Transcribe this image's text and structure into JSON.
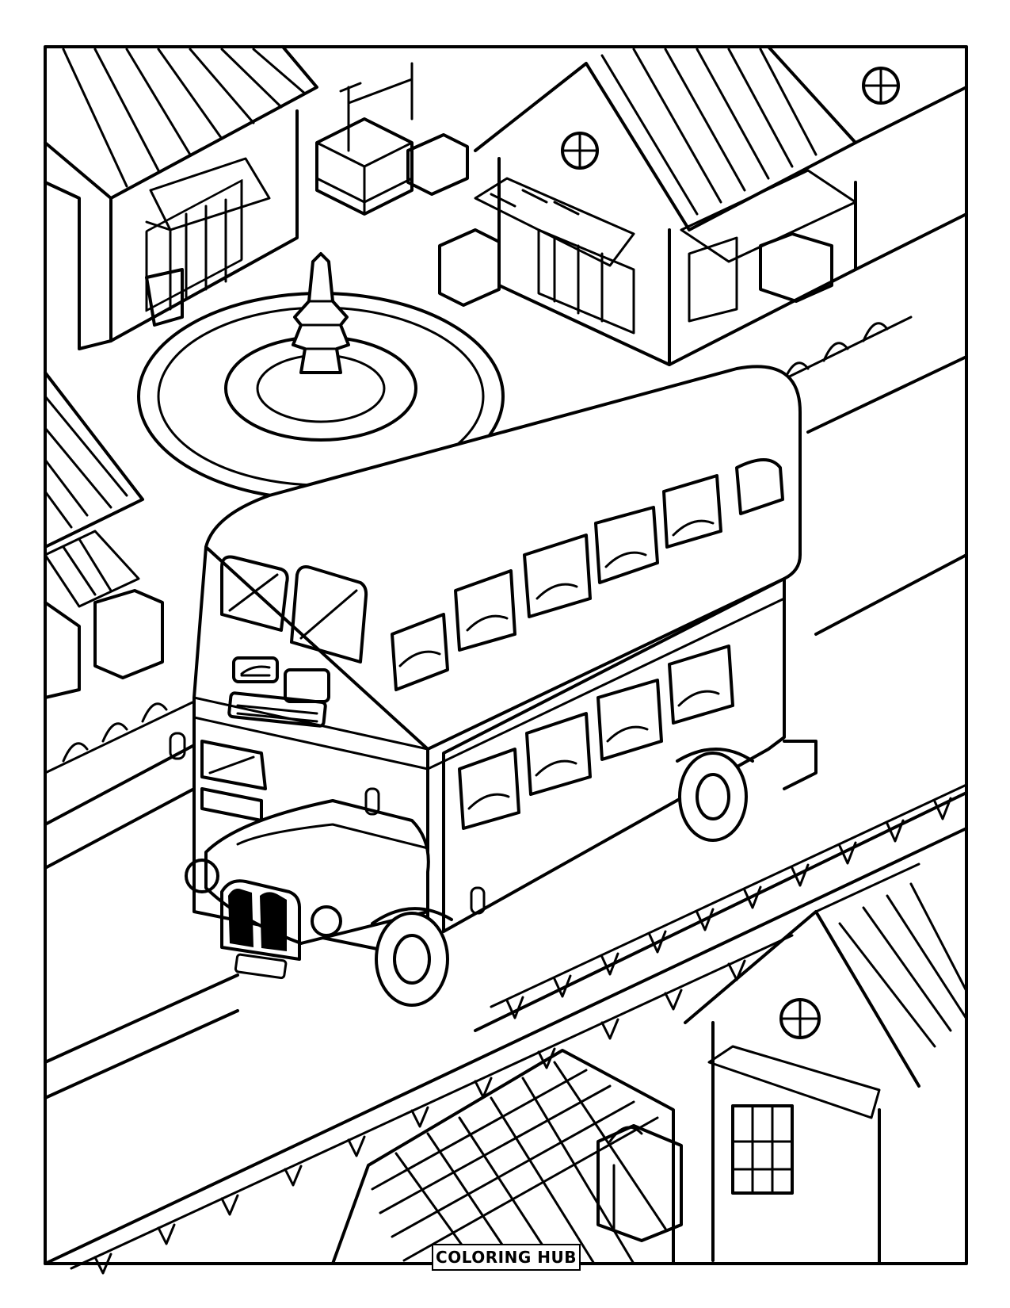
{
  "page": {
    "type": "coloring-page",
    "subject": "double-decker bus in a town square",
    "label": "COLORING HUB",
    "colors": {
      "line": "#000000",
      "background": "#ffffff"
    }
  },
  "scene": {
    "elements": [
      "double-decker-bus",
      "fountain",
      "houses",
      "awnings",
      "crates",
      "crane",
      "road",
      "bunting",
      "tiled-plaza"
    ]
  }
}
